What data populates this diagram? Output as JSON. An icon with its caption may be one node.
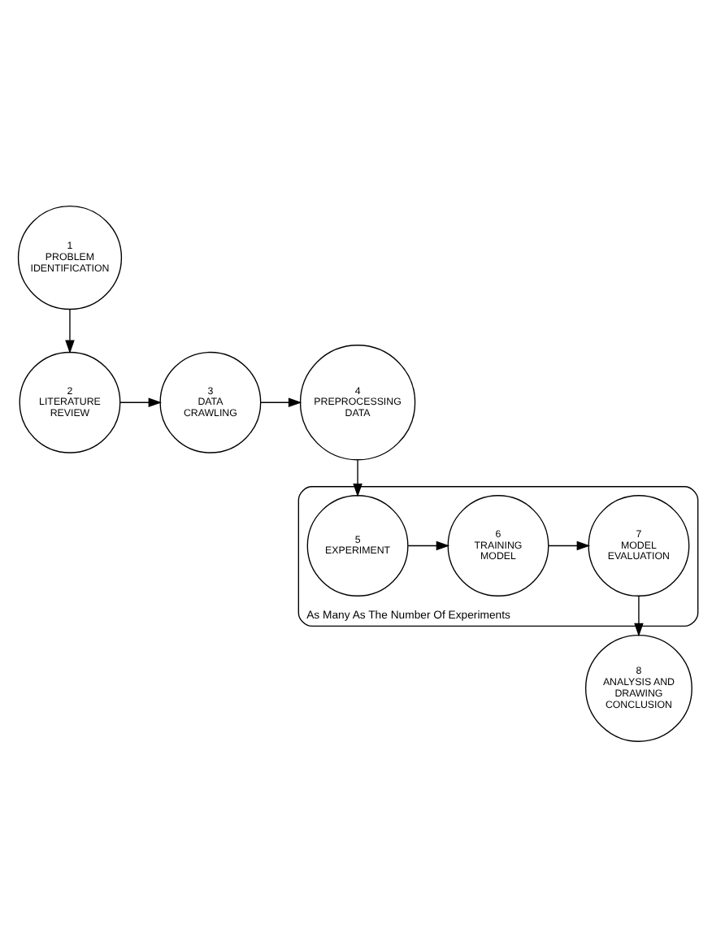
{
  "diagram": {
    "nodes": [
      {
        "text": [
          "1",
          "PROBLEM IDENTIFICATION"
        ]
      },
      {
        "text": [
          "2",
          "LITERATURE REVIEW"
        ]
      },
      {
        "text": [
          "3",
          "DATA CRAWLING"
        ]
      },
      {
        "text": [
          "4",
          "PREPROCESSING DATA"
        ]
      },
      {
        "text": [],
        "shape": "box",
        "beside": [
          "As Many As The Number Of Experiments"
        ]
      },
      {
        "text": [
          "5",
          "EXPERIMENT"
        ],
        "in": 4
      },
      {
        "text": [
          "6",
          "TRAINING MODEL"
        ],
        "in": 4
      },
      {
        "text": [
          "7",
          "MODEL EVALUATION"
        ],
        "in": 4
      },
      {
        "text": [
          "8",
          "ANALYSIS AND DRAWING CONCLUSION"
        ]
      }
    ],
    "edges": [
      {
        "from": 0,
        "to": 1,
        "arrow": "to"
      },
      {
        "from": 1,
        "to": 2,
        "arrow": "to"
      },
      {
        "from": 2,
        "to": 3,
        "arrow": "to"
      },
      {
        "from": 3,
        "to": 5,
        "arrow": "to"
      },
      {
        "from": 5,
        "to": 6,
        "arrow": "to"
      },
      {
        "from": 6,
        "to": 7,
        "arrow": "to"
      },
      {
        "from": 7,
        "to": 8,
        "arrow": "to"
      }
    ]
  }
}
